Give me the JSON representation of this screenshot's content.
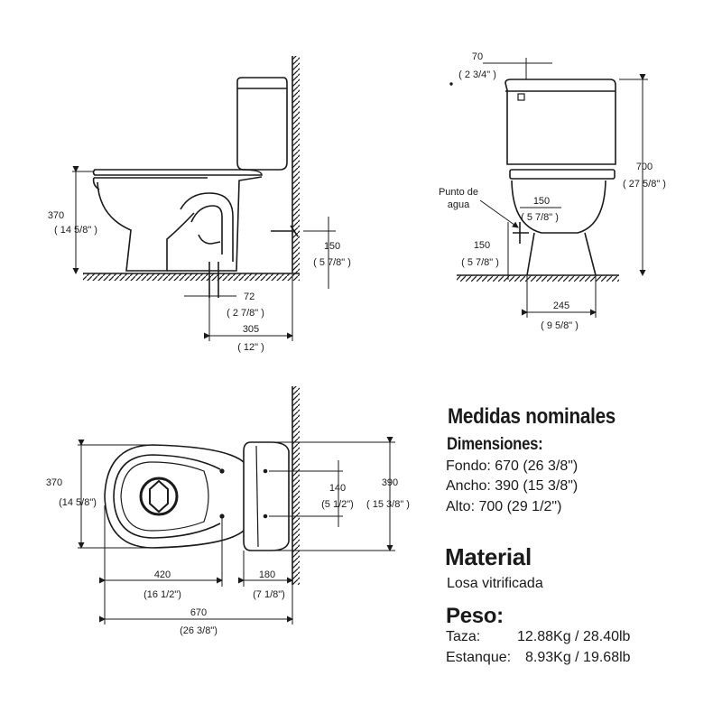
{
  "side_view": {
    "height_dim": {
      "metric": "370",
      "imperial": "( 14 5/8\" )"
    },
    "supply_height_dim": {
      "metric": "150",
      "imperial": "( 5 7/8\" )"
    },
    "outlet_dim": {
      "metric": "72",
      "imperial": "( 2 7/8\" )"
    },
    "rough_in_dim": {
      "metric": "305",
      "imperial": "( 12\" )"
    }
  },
  "front_view": {
    "offset_dim": {
      "metric": "70",
      "imperial": "( 2 3/4\" )"
    },
    "total_height_dim": {
      "metric": "700",
      "imperial": "( 27 5/8\" )"
    },
    "supply_label": [
      "Punto de",
      "agua"
    ],
    "supply_lateral_dim": {
      "metric": "150",
      "imperial": "( 5 7/8\" )"
    },
    "supply_height_dim": {
      "metric": "150",
      "imperial": "( 5 7/8\" )"
    },
    "base_width_dim": {
      "metric": "245",
      "imperial": "( 9 5/8\" )"
    }
  },
  "top_view": {
    "bowl_width_dim": {
      "metric": "370",
      "imperial": "(14 5/8\")"
    },
    "mount_spacing_dim": {
      "metric": "140",
      "imperial": "(5 1/2\")"
    },
    "tank_width_dim": {
      "metric": "390",
      "imperial": "( 15 3/8\" )"
    },
    "bowl_length_dim": {
      "metric": "420",
      "imperial": "(16 1/2\")"
    },
    "tank_depth_dim": {
      "metric": "180",
      "imperial": "(7 1/8\")"
    },
    "total_length_dim": {
      "metric": "670",
      "imperial": "(26 3/8\")"
    }
  },
  "specs": {
    "title": "Medidas nominales",
    "dimensions_title": "Dimensiones:",
    "fondo": "Fondo: 670 (26 3/8\")",
    "ancho": "Ancho: 390 (15 3/8\")",
    "alto": "Alto: 700 (29 1/2\")",
    "material_title": "Material",
    "material_value": "Losa vitrificada",
    "peso_title": "Peso:",
    "taza_label": "Taza:",
    "taza_value": "12.88Kg / 28.40lb",
    "estanque_label": "Estanque:",
    "estanque_value": "8.93Kg / 19.68lb"
  },
  "colors": {
    "ink": "#1a1a1a",
    "background": "#ffffff"
  }
}
